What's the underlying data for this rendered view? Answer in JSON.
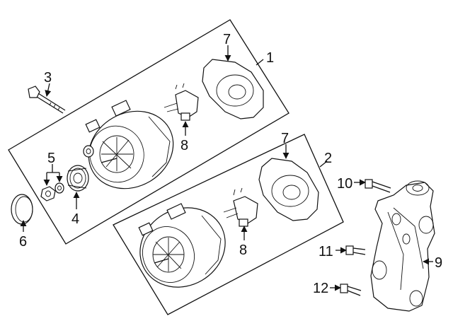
{
  "diagram": {
    "callouts": {
      "c1": "1",
      "c2": "2",
      "c3": "3",
      "c4": "4",
      "c5": "5",
      "c6": "6",
      "c7a": "7",
      "c7b": "7",
      "c8a": "8",
      "c8b": "8",
      "c9": "9",
      "c10": "10",
      "c11": "11",
      "c12": "12"
    }
  }
}
